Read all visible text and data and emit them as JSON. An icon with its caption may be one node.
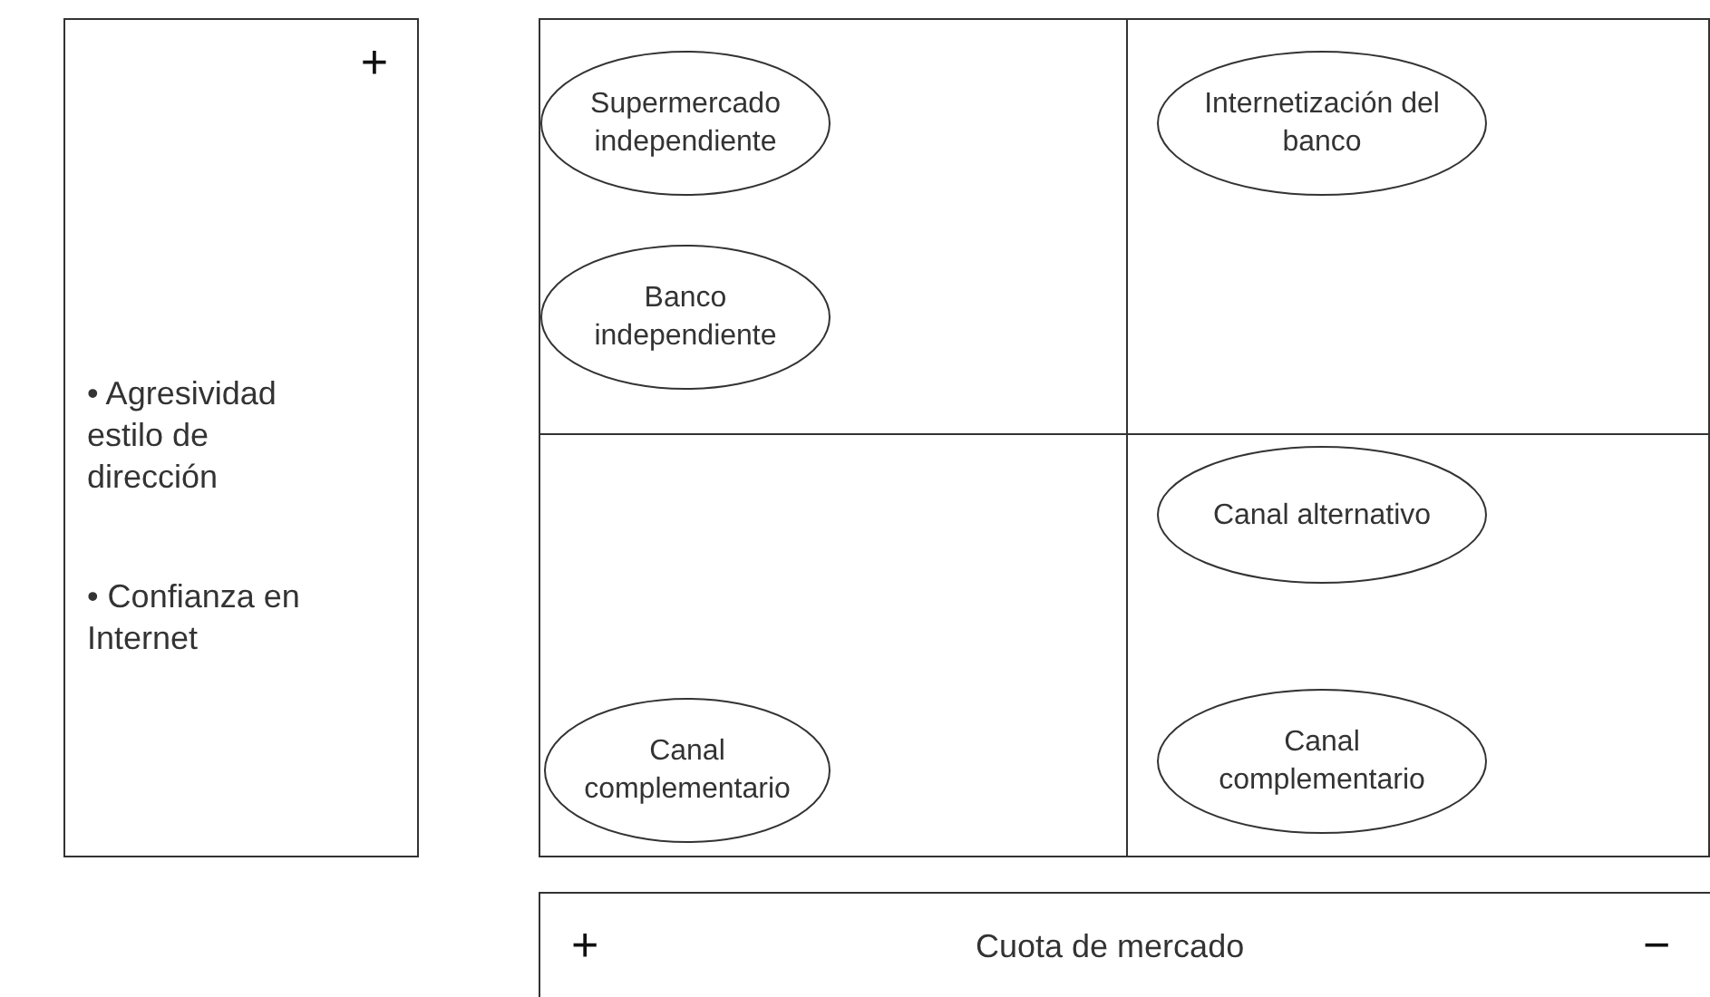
{
  "diagram": {
    "nodes": [
      {
        "text": [
          "+",
          "• Agresividad estilo de dirección",
          "• Confianza en Internet"
        ]
      },
      {
        "text": [],
        "shape": "box"
      },
      {
        "text": [
          "Supermercado independiente"
        ],
        "in": 1
      },
      {
        "text": [
          "Internetización del banco"
        ],
        "in": 1
      },
      {
        "text": [
          "Banco independiente"
        ],
        "in": 1
      },
      {
        "text": [
          "Canal alternativo"
        ],
        "in": 1
      },
      {
        "text": [
          "Canal complementario"
        ],
        "in": 1
      },
      {
        "text": [
          "Canal complementario"
        ],
        "in": 1
      },
      {
        "text": [
          "+",
          "Cuota de mercado",
          "−"
        ]
      }
    ],
    "edges": []
  }
}
